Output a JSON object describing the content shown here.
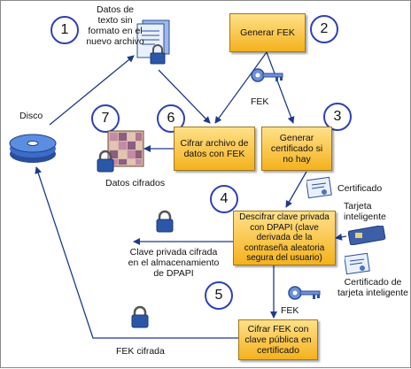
{
  "steps": [
    "1",
    "2",
    "3",
    "4",
    "5",
    "6",
    "7"
  ],
  "boxes": {
    "generate_fek": "Generar FEK",
    "encrypt_file": "Cifrar archivo de datos con FEK",
    "generate_cert": "Generar certificado si no hay",
    "decrypt_key": "Descifrar clave privada con DPAPI (clave derivada de la contraseña aleatoria segura del usuario)",
    "encrypt_fek": "Cifrar FEK con clave pública en certificado"
  },
  "labels": {
    "plaintext": "Datos de texto sin formato en el nuevo archivo",
    "disk": "Disco",
    "fek_top": "FEK",
    "encrypted_data": "Datos cifrados",
    "certificate": "Certificado",
    "smart_card": "Tarjeta inteligente",
    "dpapi_store": "Clave privada cifrada en el almacenamiento de DPAPI",
    "smart_card_cert": "Certificado de tarjeta inteligente",
    "fek_bottom": "FEK",
    "encrypted_fek": "FEK cifrada"
  },
  "colors": {
    "process_box": "#f4b21d",
    "step_circle_border": "#2f3fb8",
    "arrow": "#1f3a8a"
  }
}
